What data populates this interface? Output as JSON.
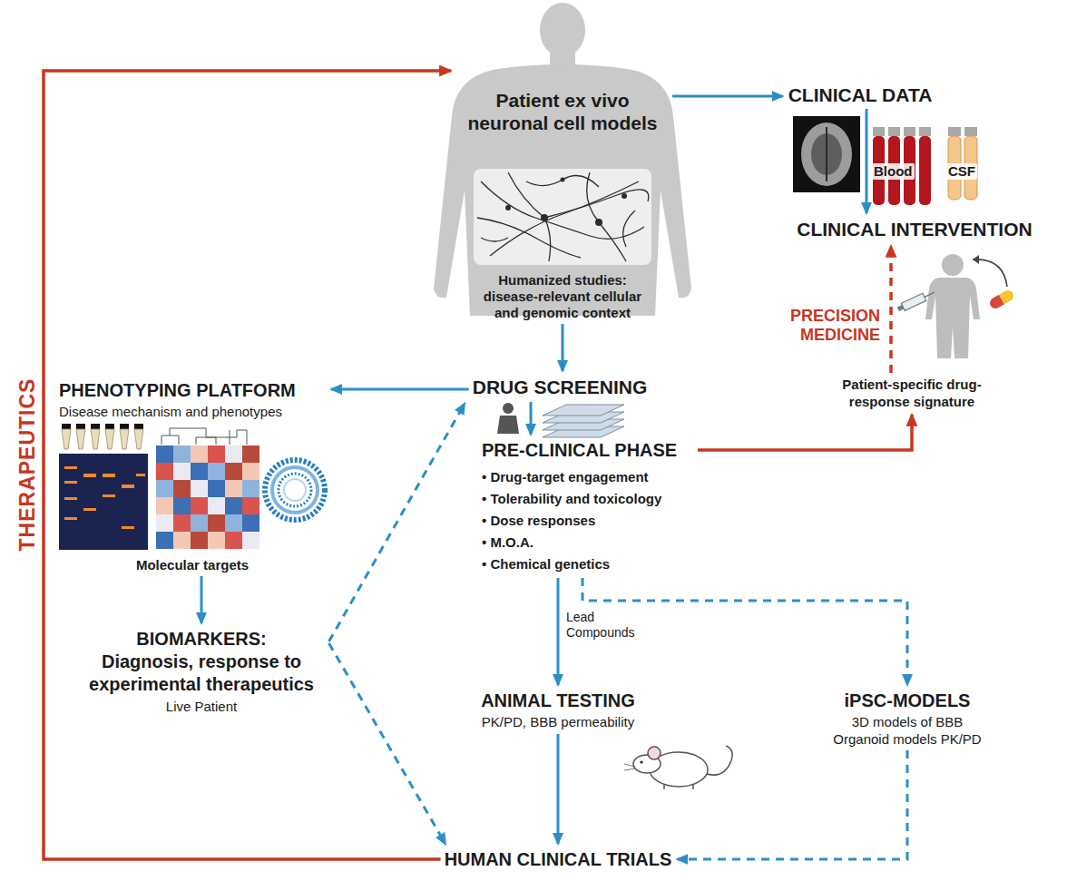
{
  "diagram": {
    "nodes": [
      {
        "text": [
          "Patient ex vivo neuronal cell models",
          "Humanized studies: disease-relevant cellular and genomic context"
        ]
      },
      {
        "text": [
          "CLINICAL DATA"
        ]
      },
      {
        "text": [
          "CLINICAL INTERVENTION"
        ]
      },
      {
        "text": [
          "PHENOTYPING PLATFORM",
          "Disease mechanism and phenotypes",
          "Molecular targets"
        ]
      },
      {
        "text": [
          "DRUG SCREENING"
        ]
      },
      {
        "text": [
          "PRE-CLINICAL PHASE",
          "• Drug-target engagement",
          "• Tolerability and toxicology",
          "• Dose responses",
          "• M.O.A.",
          "• Chemical genetics"
        ]
      },
      {
        "text": [
          "Patient-specific drug-response signature"
        ]
      },
      {
        "text": [
          "BIOMARKERS:",
          "Diagnosis, response to experimental therapeutics",
          "Live Patient"
        ]
      },
      {
        "text": [
          "ANIMAL TESTING",
          "PK/PD, BBB permeability"
        ]
      },
      {
        "text": [
          "iPSC-MODELS",
          "3D models of BBB Organoid models PK/PD"
        ]
      },
      {
        "text": [
          "HUMAN CLINICAL TRIALS"
        ]
      }
    ],
    "edges": [
      {
        "from": 0,
        "to": 1,
        "arrow": "to"
      },
      {
        "from": 1,
        "to": 2,
        "arrow": "to"
      },
      {
        "from": 0,
        "to": 4,
        "arrow": "to"
      },
      {
        "from": 4,
        "to": 3,
        "arrow": "to"
      },
      {
        "from": 4,
        "to": 5,
        "arrow": "to"
      },
      {
        "from": 5,
        "to": 6,
        "arrow": "to"
      },
      {
        "from": 6,
        "to": 2,
        "label": "PRECISION MEDICINE",
        "arrow": "to"
      },
      {
        "from": 3,
        "to": 7,
        "arrow": "to"
      },
      {
        "from": 5,
        "to": 8,
        "label": "Lead Compounds",
        "arrow": "to"
      },
      {
        "from": 5,
        "to": 9,
        "arrow": "to"
      },
      {
        "from": 7,
        "to": 4,
        "arrow": "to"
      },
      {
        "from": 7,
        "to": 10,
        "arrow": "to"
      },
      {
        "from": 8,
        "to": 10,
        "arrow": "to"
      },
      {
        "from": 9,
        "to": 10,
        "arrow": "to"
      },
      {
        "from": 10,
        "to": 0,
        "label": "THERAPEUTICS",
        "arrow": "to"
      }
    ],
    "labels": [
      "Blood",
      "CSF"
    ]
  }
}
